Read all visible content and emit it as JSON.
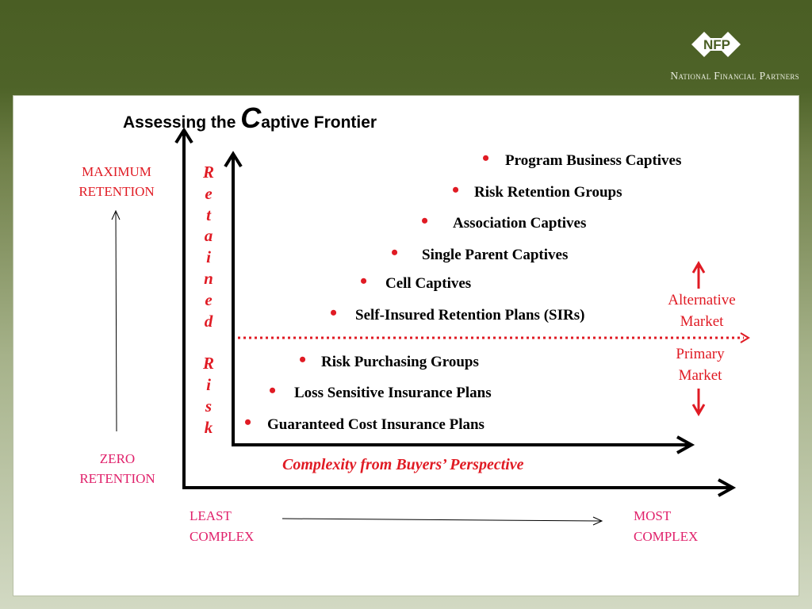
{
  "brand": {
    "logo_text": "NFP",
    "company_name": "National Financial Partners"
  },
  "slide": {
    "title_prefix": "Assessing the ",
    "title_big_letter": "C",
    "title_suffix": "aptive Frontier"
  },
  "left_axis": {
    "top_label_line1": "MAXIMUM",
    "top_label_line2": "RETENTION",
    "bottom_label_line1": "ZERO",
    "bottom_label_line2": "RETENTION"
  },
  "vertical_label": [
    "R",
    "e",
    "t",
    "a",
    "i",
    "n",
    "e",
    "d",
    "",
    "R",
    "i",
    "s",
    "k"
  ],
  "items": [
    {
      "label": "Program Business Captives"
    },
    {
      "label": "Risk Retention Groups"
    },
    {
      "label": "Association Captives"
    },
    {
      "label": "Single Parent Captives"
    },
    {
      "label": "Cell Captives"
    },
    {
      "label": "Self-Insured Retention Plans (SIRs)"
    },
    {
      "label": "Risk Purchasing Groups"
    },
    {
      "label": "Loss Sensitive Insurance Plans"
    },
    {
      "label": "Guaranteed Cost Insurance Plans"
    }
  ],
  "bullet_char": "•",
  "market": {
    "alt_line1": "Alternative",
    "alt_line2": "Market",
    "primary_line1": "Primary",
    "primary_line2": "Market"
  },
  "x_axis_label": "Complexity from Buyers’ Perspective",
  "bottom_axis": {
    "least_line1": "LEAST",
    "least_line2": "COMPLEX",
    "most_line1": "MOST",
    "most_line2": "COMPLEX"
  },
  "colors": {
    "accent_red": "#e01b24",
    "pink": "#e0206a",
    "header_green": "#4a5e24"
  }
}
